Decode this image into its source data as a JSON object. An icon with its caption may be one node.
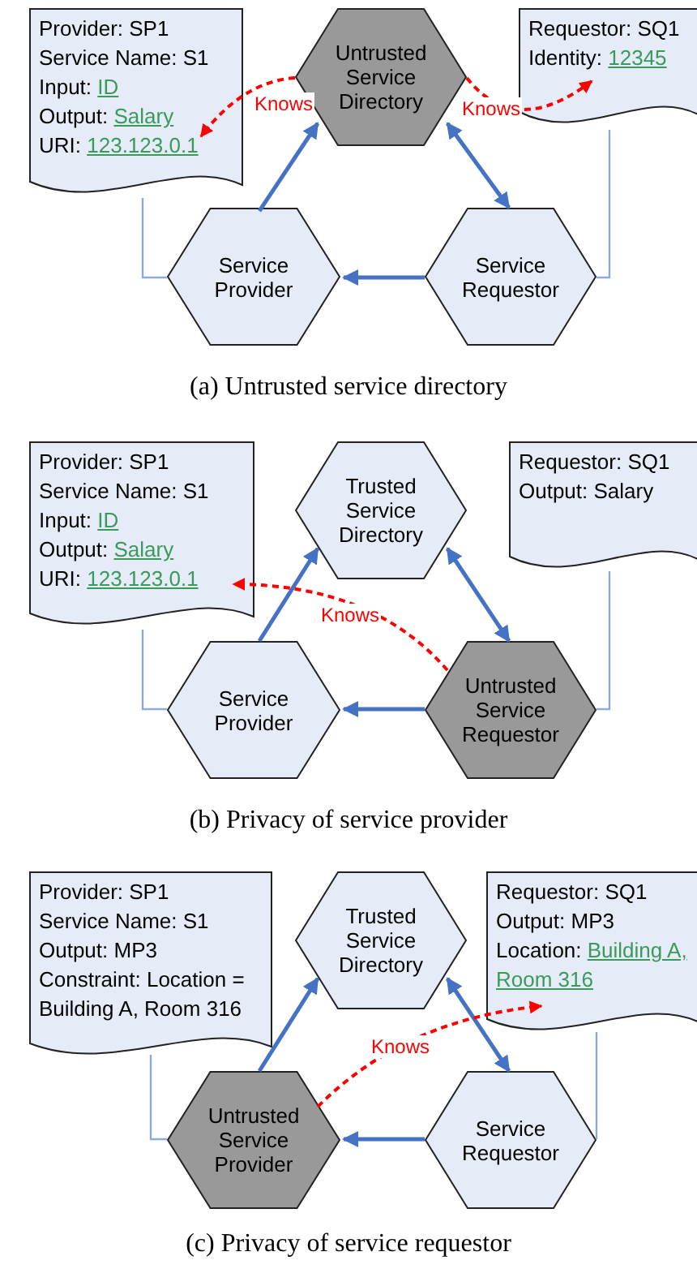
{
  "diagram": {
    "nodes": [
      {
        "text": [
          "Provider: SP1",
          "Service Name: S1",
          "Input: ID",
          "Output: Salary",
          "URI: 123.123.0.1"
        ]
      },
      {
        "text": [
          "Untrusted Service Directory"
        ]
      },
      {
        "text": [
          "Requestor: SQ1",
          "Identity: 12345"
        ]
      },
      {
        "text": [
          "Service Provider"
        ]
      },
      {
        "text": [
          "Service Requestor"
        ]
      },
      {
        "text": [
          "Provider: SP1",
          "Service Name: S1",
          "Input: ID",
          "Output: Salary",
          "URI: 123.123.0.1"
        ]
      },
      {
        "text": [
          "Trusted Service Directory"
        ]
      },
      {
        "text": [
          "Requestor: SQ1",
          "Output: Salary"
        ]
      },
      {
        "text": [
          "Service Provider"
        ]
      },
      {
        "text": [
          "Untrusted Service Requestor"
        ]
      },
      {
        "text": [
          "Provider: SP1",
          "Service Name: S1",
          "Output: MP3",
          "Constraint: Location = Building A, Room 316"
        ]
      },
      {
        "text": [
          "Trusted Service Directory"
        ]
      },
      {
        "text": [
          "Requestor: SQ1",
          "Output: MP3",
          "Location: Building A, Room 316"
        ]
      },
      {
        "text": [
          "Untrusted Service Provider"
        ]
      },
      {
        "text": [
          "Service Requestor"
        ]
      }
    ],
    "edges": [
      {
        "from": 3,
        "to": 1,
        "arrow": "to"
      },
      {
        "from": 1,
        "to": 4,
        "arrow": "both"
      },
      {
        "from": 4,
        "to": 3,
        "arrow": "to"
      },
      {
        "from": 0,
        "to": 3,
        "arrow": "none",
        "color": "#8eaadb"
      },
      {
        "from": 2,
        "to": 4,
        "arrow": "none",
        "color": "#8eaadb"
      },
      {
        "from": 1,
        "to": 0,
        "arrow": "to",
        "label": "Knows",
        "style": "dashed",
        "color": "#ff0000"
      },
      {
        "from": 1,
        "to": 2,
        "arrow": "to",
        "label": "Knows",
        "style": "dashed",
        "color": "#ff0000"
      },
      {
        "from": 8,
        "to": 6,
        "arrow": "to"
      },
      {
        "from": 6,
        "to": 9,
        "arrow": "both"
      },
      {
        "from": 9,
        "to": 8,
        "arrow": "to"
      },
      {
        "from": 5,
        "to": 8,
        "arrow": "none",
        "color": "#8eaadb"
      },
      {
        "from": 7,
        "to": 9,
        "arrow": "none",
        "color": "#8eaadb"
      },
      {
        "from": 9,
        "to": 5,
        "arrow": "to",
        "label": "Knows",
        "style": "dashed",
        "color": "#ff0000"
      },
      {
        "from": 13,
        "to": 11,
        "arrow": "to"
      },
      {
        "from": 11,
        "to": 14,
        "arrow": "both"
      },
      {
        "from": 14,
        "to": 13,
        "arrow": "to"
      },
      {
        "from": 10,
        "to": 13,
        "arrow": "none",
        "color": "#8eaadb"
      },
      {
        "from": 12,
        "to": 14,
        "arrow": "none",
        "color": "#8eaadb"
      },
      {
        "from": 13,
        "to": 12,
        "arrow": "to",
        "label": "Knows",
        "style": "dashed",
        "color": "#ff0000"
      }
    ],
    "labels": [
      "(a) Untrusted service directory",
      "(b) Privacy of service provider",
      "(c) Privacy of service requestor"
    ]
  }
}
